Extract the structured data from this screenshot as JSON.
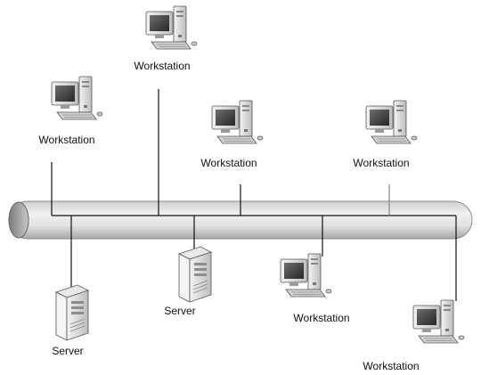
{
  "nodes": [
    {
      "id": "ws-top",
      "kind": "workstation",
      "label": "Workstation"
    },
    {
      "id": "ws-left",
      "kind": "workstation",
      "label": "Workstation"
    },
    {
      "id": "ws-center",
      "kind": "workstation",
      "label": "Workstation"
    },
    {
      "id": "ws-right",
      "kind": "workstation",
      "label": "Workstation"
    },
    {
      "id": "server-left",
      "kind": "server",
      "label": "Server"
    },
    {
      "id": "server-mid",
      "kind": "server",
      "label": "Server"
    },
    {
      "id": "ws-bottom-mid",
      "kind": "workstation",
      "label": "Workstation"
    },
    {
      "id": "ws-bottom-right",
      "kind": "workstation",
      "label": "Workstation"
    }
  ]
}
